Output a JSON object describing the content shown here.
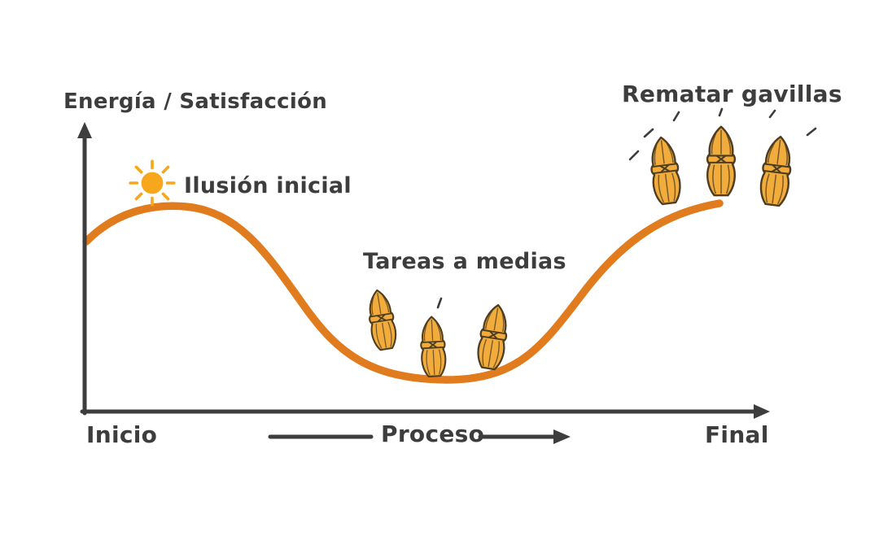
{
  "labels": {
    "y_axis": "Energía / Satisfacción",
    "x_start": "Inicio",
    "x_middle": "Proceso",
    "x_end": "Final"
  },
  "annotations": {
    "initial": {
      "text": "Ilusión inicial",
      "icon": "sun-icon"
    },
    "middle": {
      "text": "Tareas a medias",
      "icon": "wheat-sheaf-icon",
      "icon_count": 3
    },
    "final": {
      "text": "Rematar gavillas",
      "icon": "wheat-sheaf-icon",
      "icon_count": 3
    }
  },
  "colors": {
    "curve": "#E07B1E",
    "axis": "#3D3D3D",
    "text": "#3D3D3D",
    "sun": "#F6A71B",
    "wheat": "#F2AC3C",
    "wheat_outline": "#4E3D20",
    "bg": "#FFFFFF"
  },
  "chart_data": {
    "type": "line",
    "title": "",
    "ylabel": "Energía / Satisfacción",
    "x_axis_labels": [
      "Inicio",
      "Proceso",
      "Final"
    ],
    "x_fraction": [
      0,
      0.15,
      0.32,
      0.48,
      0.6,
      0.78,
      0.95
    ],
    "energy_normalized": [
      0.61,
      0.73,
      0.4,
      0.13,
      0.11,
      0.42,
      0.74
    ],
    "ylim": [
      0,
      1
    ],
    "grid": false,
    "curve_color": "#E07B1E",
    "annotations": [
      {
        "text": "Ilusión inicial",
        "x_fraction": 0.17,
        "icon": "sun"
      },
      {
        "text": "Tareas a medias",
        "x_fraction": 0.5,
        "icon": "wheat-sheaves"
      },
      {
        "text": "Rematar gavillas",
        "x_fraction": 0.9,
        "icon": "wheat-sheaves"
      }
    ]
  }
}
